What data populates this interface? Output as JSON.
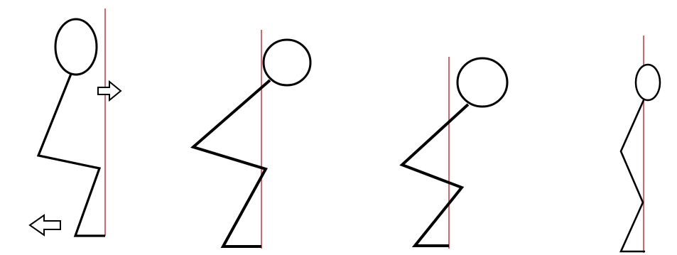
{
  "figures": [
    {
      "id": "stick-figure-1",
      "guide_line": "vertical-reference-line",
      "arrows": [
        "right-arrow-icon",
        "left-arrow-icon"
      ]
    },
    {
      "id": "stick-figure-2",
      "guide_line": "vertical-reference-line",
      "arrows": []
    },
    {
      "id": "stick-figure-3",
      "guide_line": "vertical-reference-line",
      "arrows": []
    },
    {
      "id": "stick-figure-4",
      "guide_line": "vertical-reference-line",
      "arrows": []
    }
  ],
  "colors": {
    "reference_line": "#c1272d",
    "figure_stroke": "#000000",
    "background": "#ffffff"
  }
}
